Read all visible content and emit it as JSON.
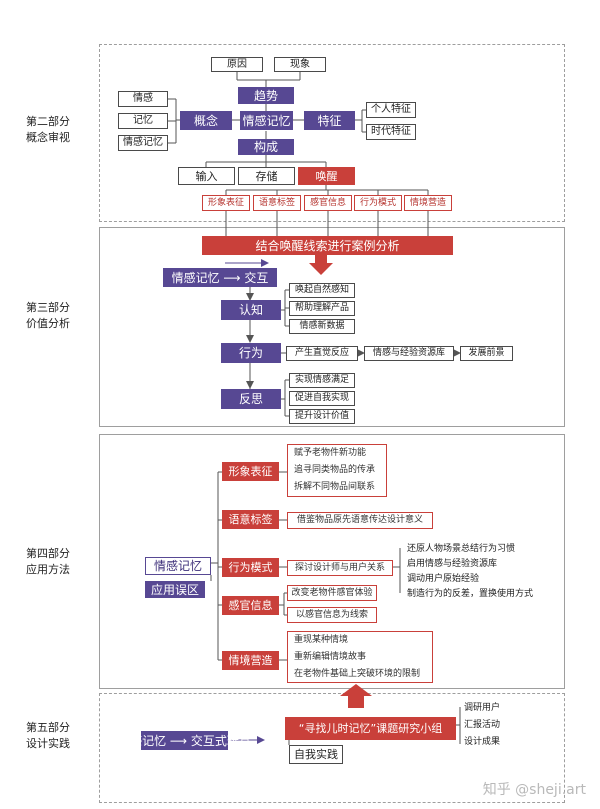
{
  "sections": [
    {
      "label_1": "第二部分",
      "label_2": "概念审视"
    },
    {
      "label_1": "第三部分",
      "label_2": "价值分析"
    },
    {
      "label_1": "第四部分",
      "label_2": "应用方法"
    },
    {
      "label_1": "第五部分",
      "label_2": "设计实践"
    }
  ],
  "part2": {
    "yuanyin": "原因",
    "xianxiang": "现象",
    "qushi": "趋势",
    "gainian": "概念",
    "core": "情感记忆",
    "tezheng": "特征",
    "qinggan": "情感",
    "jiyi": "记忆",
    "qinggan_jiyi": "情感记忆",
    "geren": "个人特征",
    "shidai": "时代特征",
    "goucheng": "构成",
    "shuru": "输入",
    "cunchu": "存储",
    "huanxing": "唤醒",
    "cues": [
      "形象表征",
      "语意标签",
      "感官信息",
      "行为模式",
      "情境营造"
    ]
  },
  "part3": {
    "banner": "结合唤醒线索进行案例分析",
    "interact": "情感记忆 ⟶ 交互",
    "renzhi": "认知",
    "renzhi_items": [
      "唤起自然感知",
      "帮助理解产品",
      "情感新数据"
    ],
    "xingwei": "行为",
    "xingwei_chain": [
      "产生直觉反应",
      "情感与经验资源库",
      "发展前景"
    ],
    "fansi": "反思",
    "fansi_items": [
      "实现情感满足",
      "促进自我实现",
      "提升设计价值"
    ]
  },
  "part4": {
    "core": "情感记忆",
    "wuqu": "应用误区",
    "cats": [
      "形象表征",
      "语意标签",
      "行为模式",
      "感官信息",
      "情境营造"
    ],
    "xingxiang": [
      "赋予老物件新功能",
      "追寻同类物品的传承",
      "拆解不同物品间联系"
    ],
    "yuyi": "借鉴物品原先语意传达设计意义",
    "xingwei_box": "探讨设计师与用户关系",
    "xingwei_list": [
      "还原人物场景总结行为习惯",
      "启用情感与经验资源库",
      "调动用户原始经验",
      "制造行为的反差，置换使用方式"
    ],
    "ganguan": [
      "改变老物件感官体验",
      "以感官信息为线索"
    ],
    "qingjing": [
      "重现某种情境",
      "重新编辑情境故事",
      "在老物件基础上突破环境的限制"
    ]
  },
  "part5": {
    "toy": "情感记忆 ⟶ 交互式玩具",
    "group": "“寻找儿时记忆”课题研究小组",
    "practice": "自我实践",
    "steps": [
      "调研用户",
      "汇报活动",
      "设计成果"
    ]
  },
  "watermark": "知乎 @sheji.art",
  "colors": {
    "purple": "#574893",
    "red": "#c9403a",
    "panel_border": "#9e9e9e",
    "line": "#555555"
  }
}
